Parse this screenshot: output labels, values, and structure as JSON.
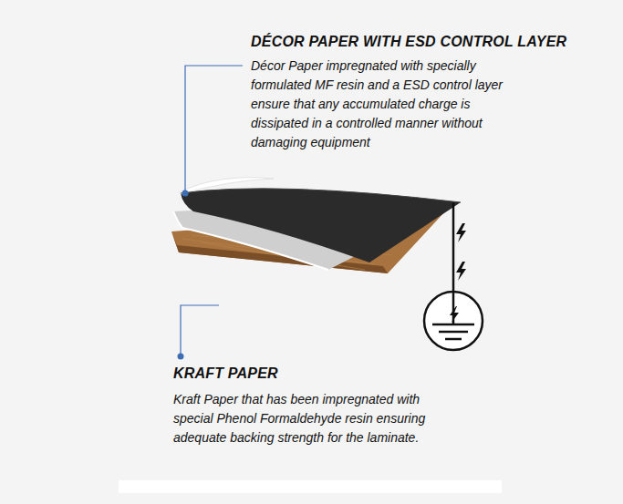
{
  "diagram": {
    "labels": [
      "DÉCOR PAPER WITH ESD CONTROL LAYER",
      "Décor Paper impregnated with specially formulated MF resin and a ESD control layer ensure that any accumulated charge is dissipated in a controlled manner without damaging equipment",
      "KRAFT PAPER",
      "Kraft Paper that has been impregnated with special Phenol Formaldehyde resin ensuring adequate backing strength for the laminate."
    ]
  }
}
